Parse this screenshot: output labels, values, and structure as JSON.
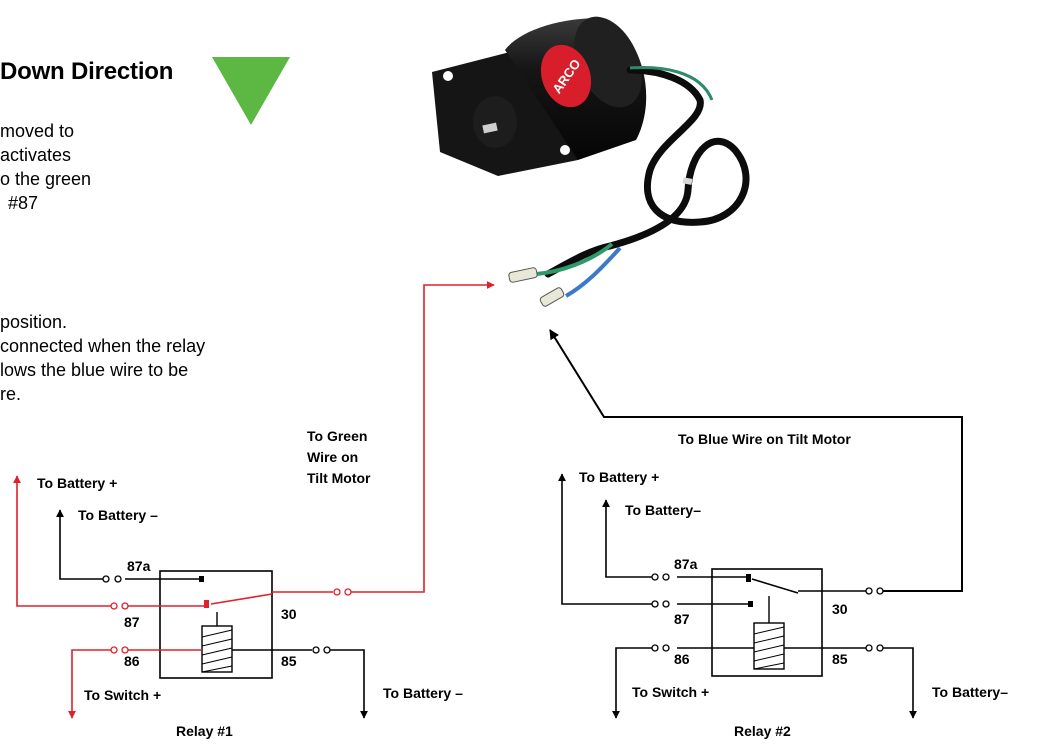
{
  "heading": "Down Direction",
  "paragraph1": [
    "moved to",
    "activates",
    "o the green",
    "#87"
  ],
  "paragraph2": [
    "position.",
    "connected when the relay",
    "lows the blue wire to be",
    "re."
  ],
  "motor": {
    "logo": "ARCO"
  },
  "labels": {
    "green_wire": [
      "To Green",
      "Wire on",
      "Tilt Motor"
    ],
    "blue_wire": "To Blue Wire on Tilt Motor"
  },
  "relay1": {
    "name": "Relay #1",
    "battery_plus": "To Battery +",
    "battery_minus_top": "To Battery –",
    "switch_plus": "To Switch +",
    "battery_minus_right": "To Battery –",
    "pins": {
      "p87a": "87a",
      "p87": "87",
      "p86": "86",
      "p85": "85",
      "p30": "30"
    }
  },
  "relay2": {
    "name": "Relay #2",
    "battery_plus": "To Battery +",
    "battery_minus_top": "To Battery–",
    "switch_plus": "To Switch +",
    "battery_minus_right": "To Battery–",
    "pins": {
      "p87a": "87a",
      "p87": "87",
      "p86": "86",
      "p85": "85",
      "p30": "30"
    }
  },
  "colors": {
    "red_wire": "#e0202a",
    "black_wire": "#000000",
    "direction_arrow": "#5cb843",
    "motor_body": "#111111",
    "logo_red": "#d81e2b"
  }
}
